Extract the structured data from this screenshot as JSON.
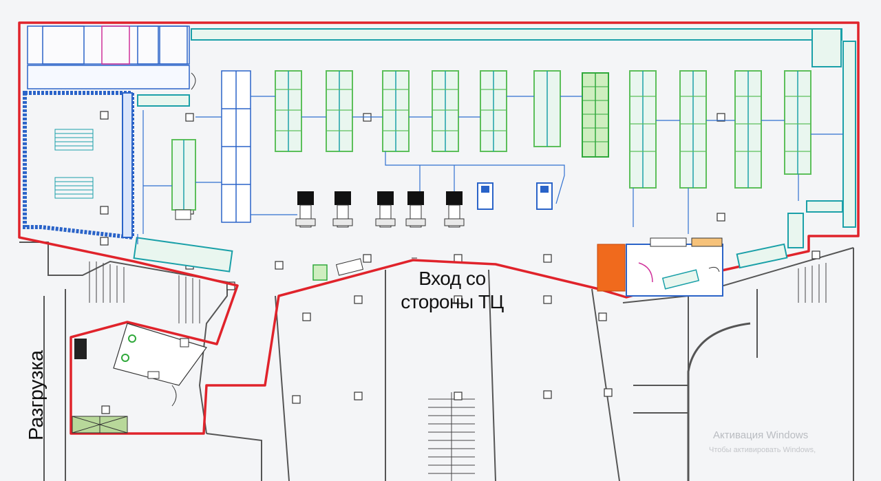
{
  "labels": {
    "entrance_line1": "Вход со",
    "entrance_line2": "стороны ТЦ",
    "unloading": "Разгрузка"
  },
  "watermark": {
    "line1": "Активация Windows",
    "line2": "Чтобы активировать Windows,"
  },
  "colors": {
    "background": "#f4f5f7",
    "outer_wall": "#e0232b",
    "inner_wall": "#2b2b2b",
    "shelving": "#1aa0a8",
    "shelf_border": "#5cbf5a",
    "shelf_fill": "#e9f6ef",
    "blue_rack": "#2a63c8",
    "produce": "#2fa83a",
    "orange_block": "#f06a1d",
    "lines": "#2f6fd0"
  }
}
